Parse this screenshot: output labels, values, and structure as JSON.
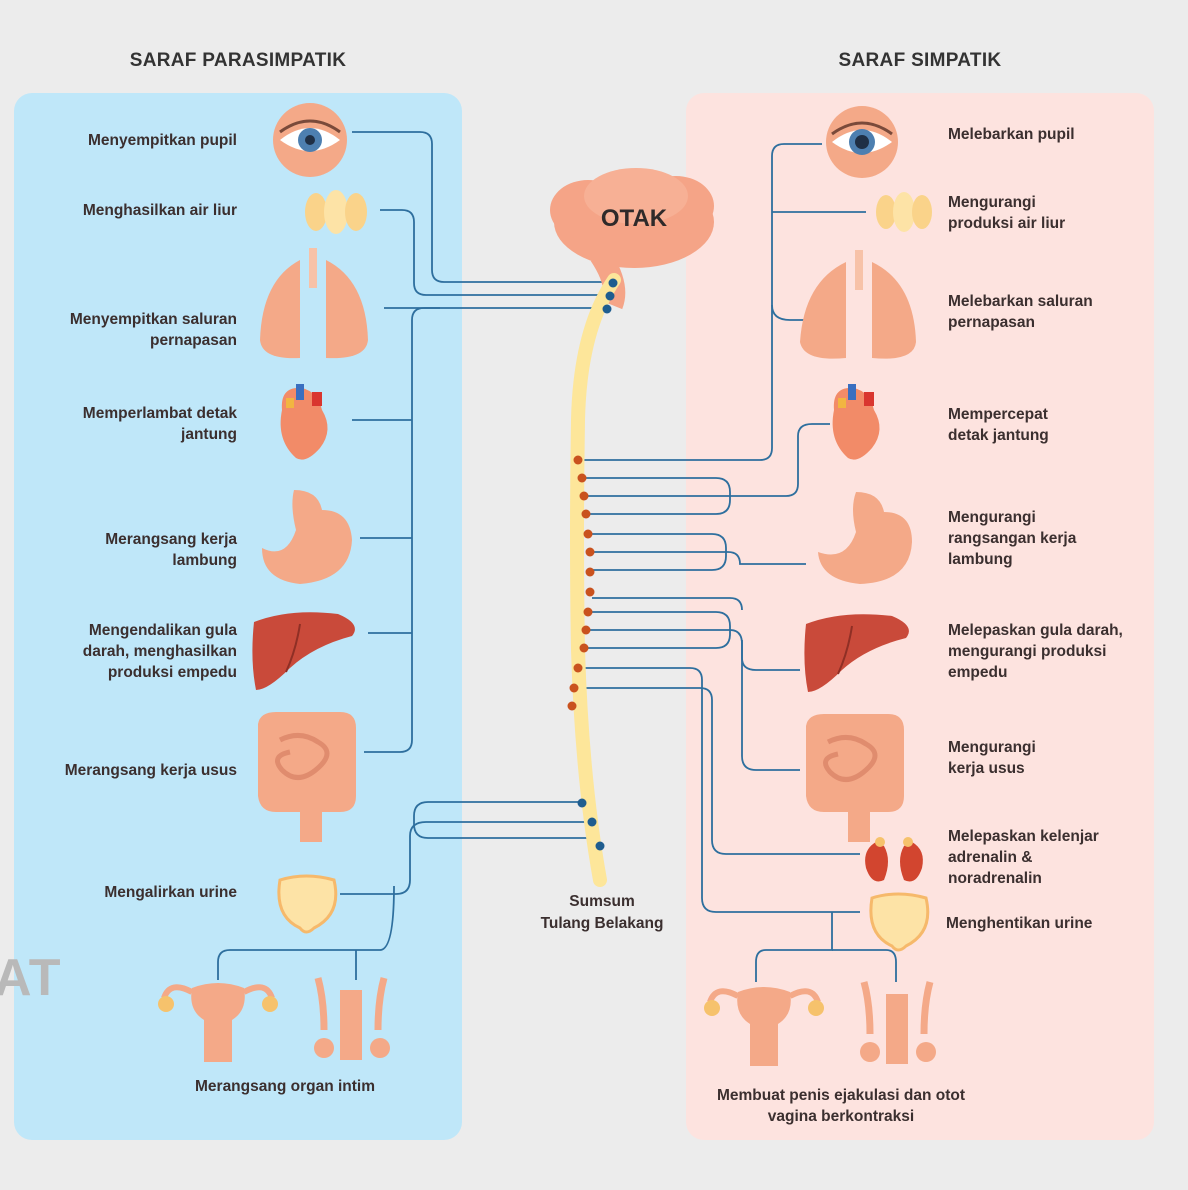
{
  "headings": {
    "parasympathetic": "SARAF PARASIMPATIK",
    "sympathetic": "SARAF SIMPATIK"
  },
  "center": {
    "brain": "OTAK",
    "spine_line1": "Sumsum",
    "spine_line2": "Tulang Belakang"
  },
  "parasympathetic": {
    "items": [
      {
        "organ": "eye",
        "text": "Menyempitkan pupil"
      },
      {
        "organ": "salivary",
        "text": "Menghasilkan air liur"
      },
      {
        "organ": "lungs",
        "text": "Menyempitkan saluran pernapasan"
      },
      {
        "organ": "heart",
        "text": "Memperlambat detak jantung"
      },
      {
        "organ": "stomach",
        "text": "Merangsang kerja lambung"
      },
      {
        "organ": "liver",
        "text": "Mengendalikan gula darah, menghasilkan produksi empedu"
      },
      {
        "organ": "intestine",
        "text": "Merangsang kerja usus"
      },
      {
        "organ": "bladder",
        "text": "Mengalirkan urine"
      },
      {
        "organ": "reproductive",
        "text": "Merangsang organ intim"
      }
    ]
  },
  "sympathetic": {
    "items": [
      {
        "organ": "eye",
        "text": "Melebarkan pupil"
      },
      {
        "organ": "salivary",
        "text": "Mengurangi produksi air liur"
      },
      {
        "organ": "lungs",
        "text": "Melebarkan saluran pernapasan"
      },
      {
        "organ": "heart",
        "text": "Mempercepat detak jantung"
      },
      {
        "organ": "stomach",
        "text": "Mengurangi rangsangan kerja lambung"
      },
      {
        "organ": "liver",
        "text": "Melepaskan gula darah, mengurangi produksi empedu"
      },
      {
        "organ": "intestine",
        "text": "Mengurangi kerja usus"
      },
      {
        "organ": "kidneys",
        "text": "Melepaskan kelenjar adrenalin & noradrenalin"
      },
      {
        "organ": "bladder",
        "text": "Menghentikan urine"
      },
      {
        "organ": "reproductive",
        "text": "Membuat penis ejakulasi dan otot vagina berkontraksi"
      }
    ]
  },
  "watermark_fragment": "AT",
  "colors": {
    "parasympathetic_bg": "#bfe7f9",
    "sympathetic_bg": "#fde3df",
    "nerve_line": "#2e6f9e",
    "organ": "#f4a988",
    "spine": "#fde69a",
    "sympathetic_node": "#c9521e",
    "parasympathetic_node": "#1f5d8f"
  }
}
